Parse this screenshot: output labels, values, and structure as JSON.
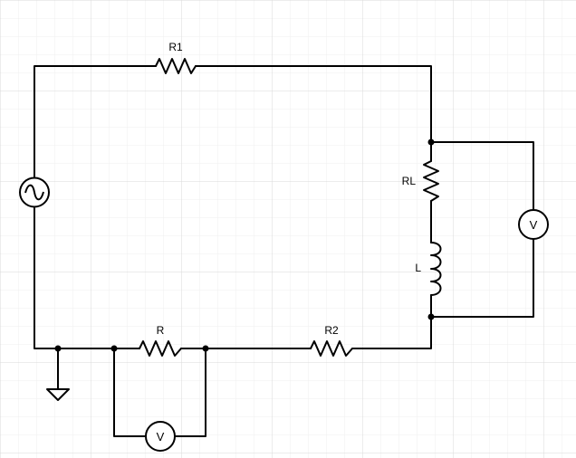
{
  "diagram": {
    "type": "circuit-schematic",
    "grid": true,
    "colors": {
      "background": "#ffffff",
      "grid_minor": "#efefef",
      "grid_major": "#dadada",
      "wire": "#000000"
    },
    "components": {
      "source": {
        "kind": "ac-voltage-source",
        "icon": "ac-source-icon"
      },
      "r1": {
        "kind": "resistor",
        "label": "R1"
      },
      "rl": {
        "kind": "resistor",
        "label": "RL"
      },
      "l": {
        "kind": "inductor",
        "label": "L"
      },
      "r": {
        "kind": "resistor",
        "label": "R"
      },
      "r2": {
        "kind": "resistor",
        "label": "R2"
      },
      "voltmeter_right": {
        "kind": "voltmeter",
        "label": "V"
      },
      "voltmeter_bottom": {
        "kind": "voltmeter",
        "label": "V"
      },
      "ground": {
        "kind": "ground",
        "icon": "ground-icon"
      }
    }
  }
}
